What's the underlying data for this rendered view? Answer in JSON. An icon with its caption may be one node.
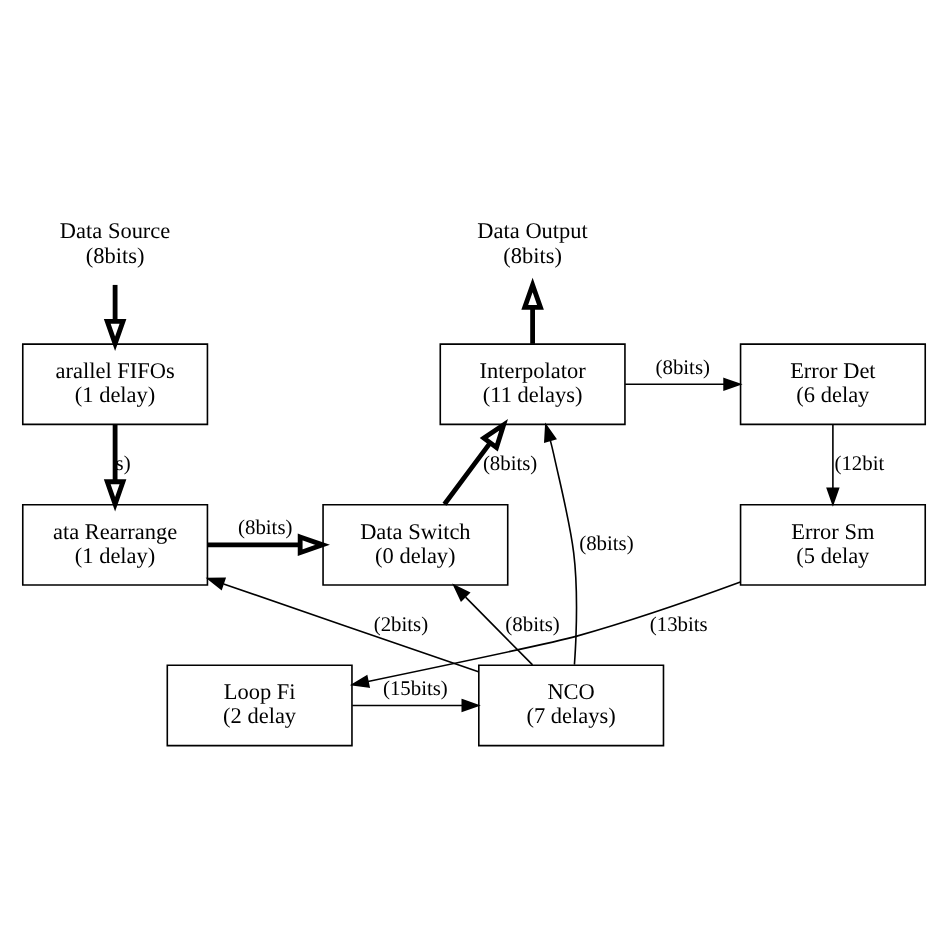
{
  "diagram": {
    "nodes": [
      {
        "text": [
          "Data Source",
          "(8bits)"
        ]
      },
      {
        "text": [
          "Data Output",
          "(8bits)"
        ]
      },
      {
        "text": [
          "arallel FIFOs",
          "(1 delay)"
        ]
      },
      {
        "text": [
          "Interpolator",
          "(11 delays)"
        ]
      },
      {
        "text": [
          "Error Det",
          "(6 delay"
        ]
      },
      {
        "text": [
          "ata Rearrange",
          "(1 delay)"
        ]
      },
      {
        "text": [
          "Data Switch",
          "(0 delay)"
        ]
      },
      {
        "text": [
          "Error Sm",
          "(5 delay"
        ]
      },
      {
        "text": [
          "NCO",
          "(7 delays)"
        ]
      },
      {
        "text": [
          "Loop Fi",
          "(2 delay"
        ]
      }
    ],
    "edges": [
      {
        "from": 0,
        "to": 2,
        "arrow": "to",
        "style": "thick"
      },
      {
        "from": 3,
        "to": 1,
        "arrow": "to",
        "style": "thick"
      },
      {
        "from": 2,
        "to": 5,
        "arrow": "to",
        "style": "thick",
        "label": "s)"
      },
      {
        "from": 5,
        "to": 6,
        "arrow": "to",
        "style": "thick",
        "label": "(8bits)"
      },
      {
        "from": 6,
        "to": 3,
        "arrow": "to",
        "style": "thick",
        "label": "(8bits)"
      },
      {
        "from": 3,
        "to": 4,
        "arrow": "to",
        "label": "(8bits)"
      },
      {
        "from": 4,
        "to": 7,
        "arrow": "to",
        "label": "(12bit"
      },
      {
        "from": 8,
        "to": 6,
        "arrow": "to",
        "label": "(8bits)"
      },
      {
        "from": 8,
        "to": 3,
        "arrow": "to",
        "label": "(8bits)"
      },
      {
        "from": 7,
        "to": 9,
        "arrow": "to",
        "label": "(13bits"
      },
      {
        "from": 8,
        "to": 5,
        "arrow": "to",
        "label": "(2bits)"
      },
      {
        "from": 9,
        "to": 8,
        "arrow": "to",
        "label": "(15bits)"
      }
    ]
  }
}
